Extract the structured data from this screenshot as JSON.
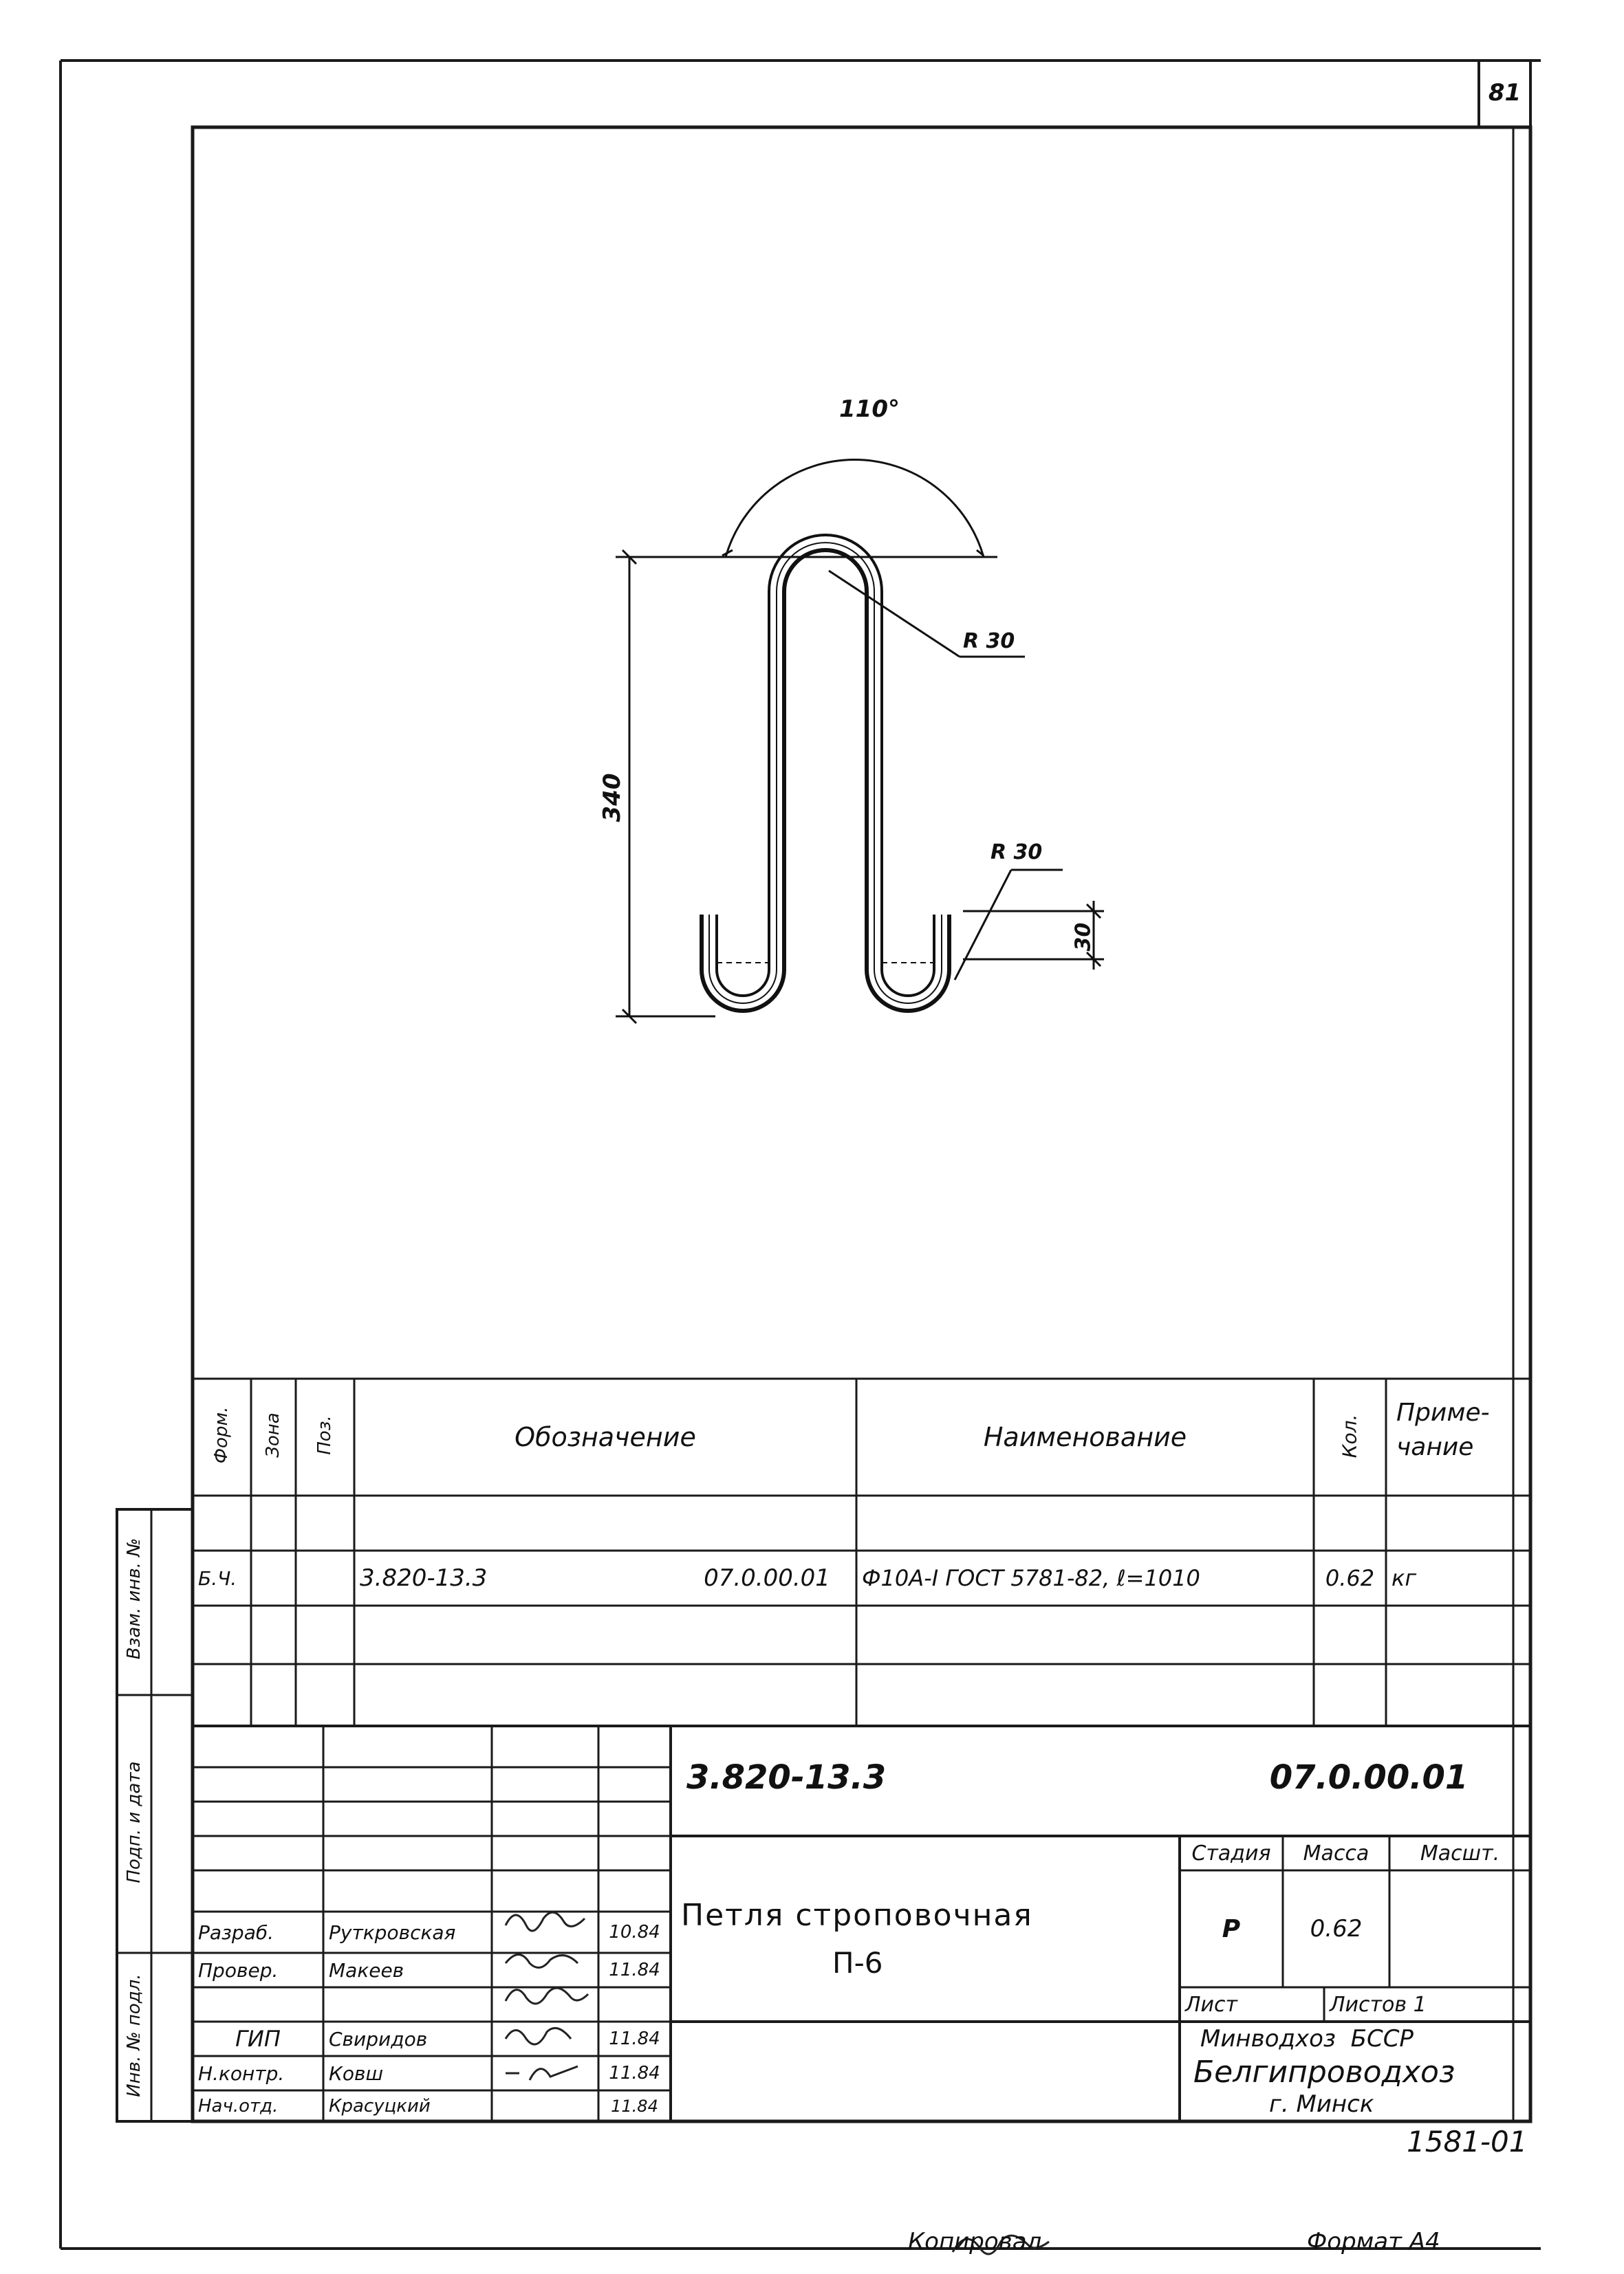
{
  "sheet_number": "81",
  "drawing": {
    "angle_label": "110°",
    "radius_top_label": "R 30",
    "radius_bottom_label": "R 30",
    "height_label": "340",
    "hook_height_label": "30"
  },
  "spec_table": {
    "headers": {
      "format": "Форм.",
      "zone": "Зона",
      "pos": "Поз.",
      "designation": "Обозначение",
      "name": "Наименование",
      "qty": "Кол.",
      "note": "Приме-\nчание"
    },
    "row": {
      "format": "Б.Ч.",
      "designation_left": "3.820-13.3",
      "designation_right": "07.0.00.01",
      "name": "Ф10А-I ГОСТ 5781-82, ℓ=1010",
      "qty": "0.62",
      "note": "кг"
    }
  },
  "side_labels": {
    "vzam": "Взам. инв. №",
    "podp": "Подп. и дата",
    "inv": "Инв. № подл."
  },
  "title_block": {
    "code_left": "3.820-13.3",
    "code_right": "07.0.00.01",
    "title_line1": "Петля строповочная",
    "title_line2": "П-6",
    "stage_header": "Стадия",
    "mass_header": "Масса",
    "scale_header": "Масшт.",
    "stage": "Р",
    "mass": "0.62",
    "sheet": "Лист",
    "sheets": "Листов 1",
    "org_line1": "Минводхоз  БССР",
    "org_line2": "Белгипроводхоз",
    "org_line3": "г. Минск",
    "people": [
      {
        "role": "Разраб.",
        "name": "Руткровская",
        "date": "10.84"
      },
      {
        "role": "Провер.",
        "name": "Макеев",
        "date": "11.84"
      },
      {
        "role": "ГИП",
        "name": "Свиридов",
        "date": "11.84"
      },
      {
        "role": "Н.контр.",
        "name": "Ковш",
        "date": "11.84"
      },
      {
        "role": "Нач.отд.",
        "name": "Красуцкий",
        "date": "11.84"
      }
    ]
  },
  "doc_number": "1581-01",
  "footer": {
    "copied": "Копировал",
    "format": "Формат А4"
  }
}
